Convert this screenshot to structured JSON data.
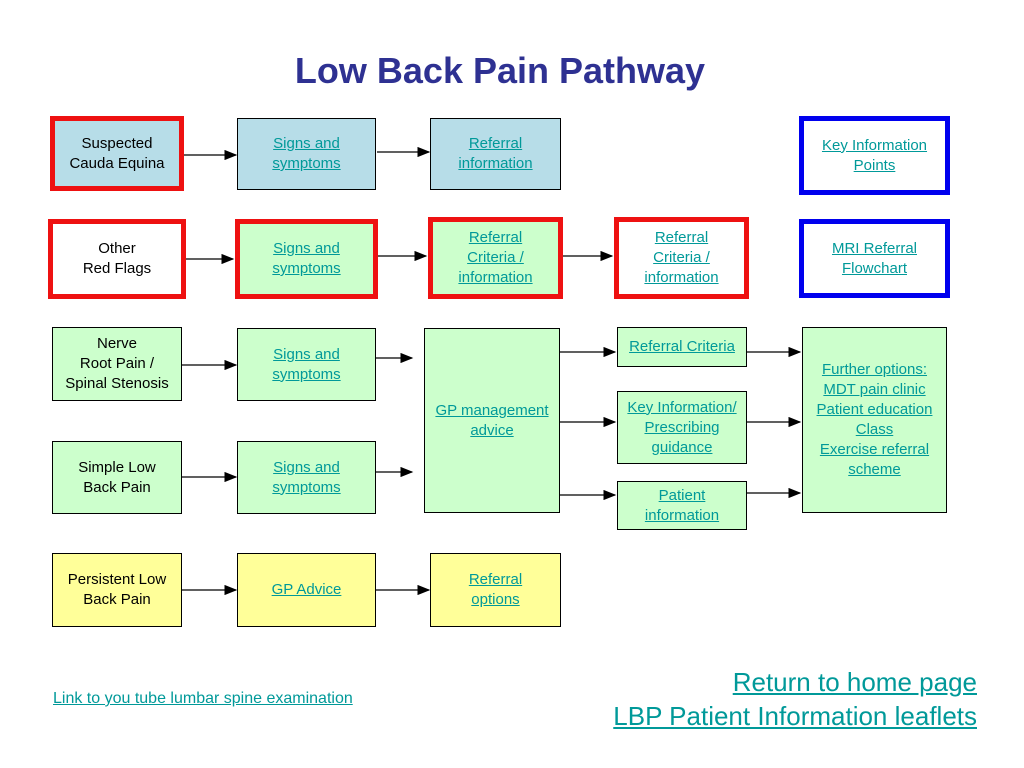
{
  "title": "Low Back Pain Pathway",
  "rows": {
    "cauda": {
      "start": "Suspected\nCauda Equina",
      "signs": "Signs and\n symptoms",
      "referral": "Referral\ninformation"
    },
    "red_flags": {
      "start": "Other\nRed Flags",
      "signs": "Signs and\n symptoms",
      "referral1": "Referral\nCriteria / \ninformation",
      "referral2": "Referral\nCriteria / \ninformation"
    },
    "nerve": {
      "start": "Nerve\n Root Pain /\nSpinal Stenosis",
      "signs": "Signs and\n symptoms"
    },
    "simple": {
      "start": "Simple Low\n Back Pain",
      "signs": "Signs and\n symptoms"
    },
    "persistent": {
      "start": "Persistent Low\nBack Pain",
      "advice": "GP Advice",
      "referral": "Referral\noptions"
    }
  },
  "gp_management": "GP management\nadvice",
  "referral_criteria": "Referral Criteria",
  "key_info_prescribing": "Key Information/\nPrescribing\n guidance",
  "patient_information": "Patient \ninformation",
  "further_options": "Further options:\nMDT pain clinic\nPatient education\nClass\nExercise referral\nscheme",
  "key_information_points": "Key Information \nPoints",
  "mri_referral": "MRI Referral \nFlowchart ",
  "links": {
    "youtube": "Link to you tube lumbar spine examination",
    "home": "Return to home page",
    "leaflets": "LBP Patient Information leaflets"
  },
  "colors": {
    "title": "#2e3192",
    "link": "#009999",
    "red_border": "#ee1111",
    "blue_border": "#0000ee",
    "light_blue_fill": "#b7dde8",
    "light_green_fill": "#ccffcc",
    "light_yellow_fill": "#ffff99"
  }
}
